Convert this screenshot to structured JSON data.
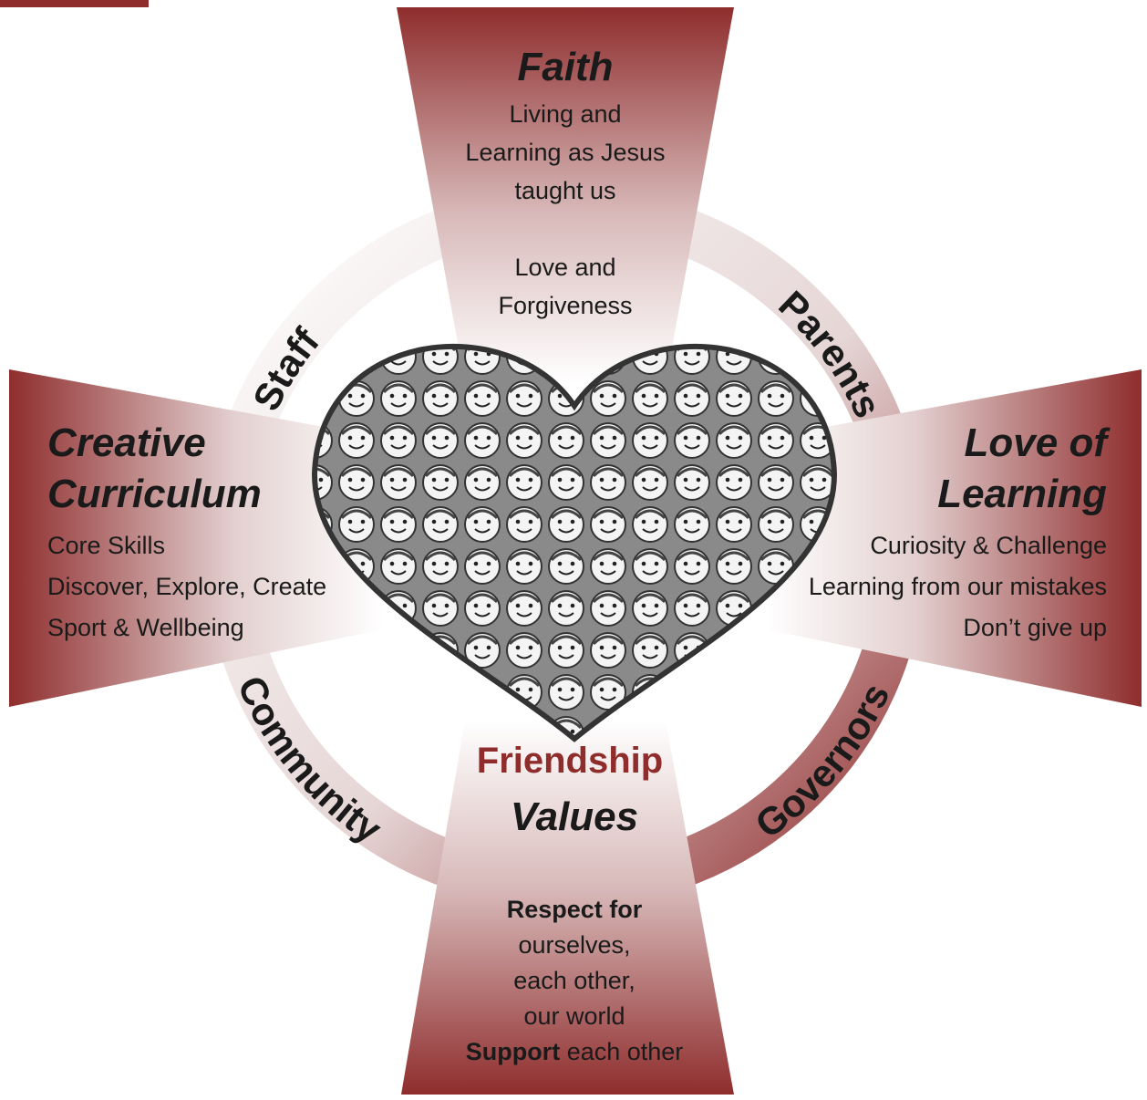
{
  "colors": {
    "maroon": "#8f2d2d",
    "ring": "#e9dcdc",
    "text": "#1a1a1a"
  },
  "faith": {
    "title": "Faith",
    "lines": [
      "Living and",
      "Learning as Jesus",
      "taught us",
      "",
      "Love and",
      "Forgiveness"
    ]
  },
  "creative": {
    "title_1": "Creative",
    "title_2": "Curriculum",
    "lines": [
      "Core Skills",
      "Discover, Explore, Create",
      "Sport & Wellbeing"
    ]
  },
  "learning": {
    "title_1": "Love of",
    "title_2": "Learning",
    "lines": [
      "Curiosity & Challenge",
      "Learning from our mistakes",
      "Don’t give up"
    ]
  },
  "values": {
    "heading": "Friendship",
    "title": "Values",
    "respect_bold": "Respect for",
    "lines": [
      "ourselves,",
      "each other,",
      "our world"
    ],
    "support_bold": "Support",
    "support_rest": " each other"
  },
  "ring": {
    "staff": "Staff",
    "parents": "Parents",
    "community": "Community",
    "governors": "Governors"
  },
  "heart_image": {
    "icon": "heart-of-faces-drawing"
  }
}
